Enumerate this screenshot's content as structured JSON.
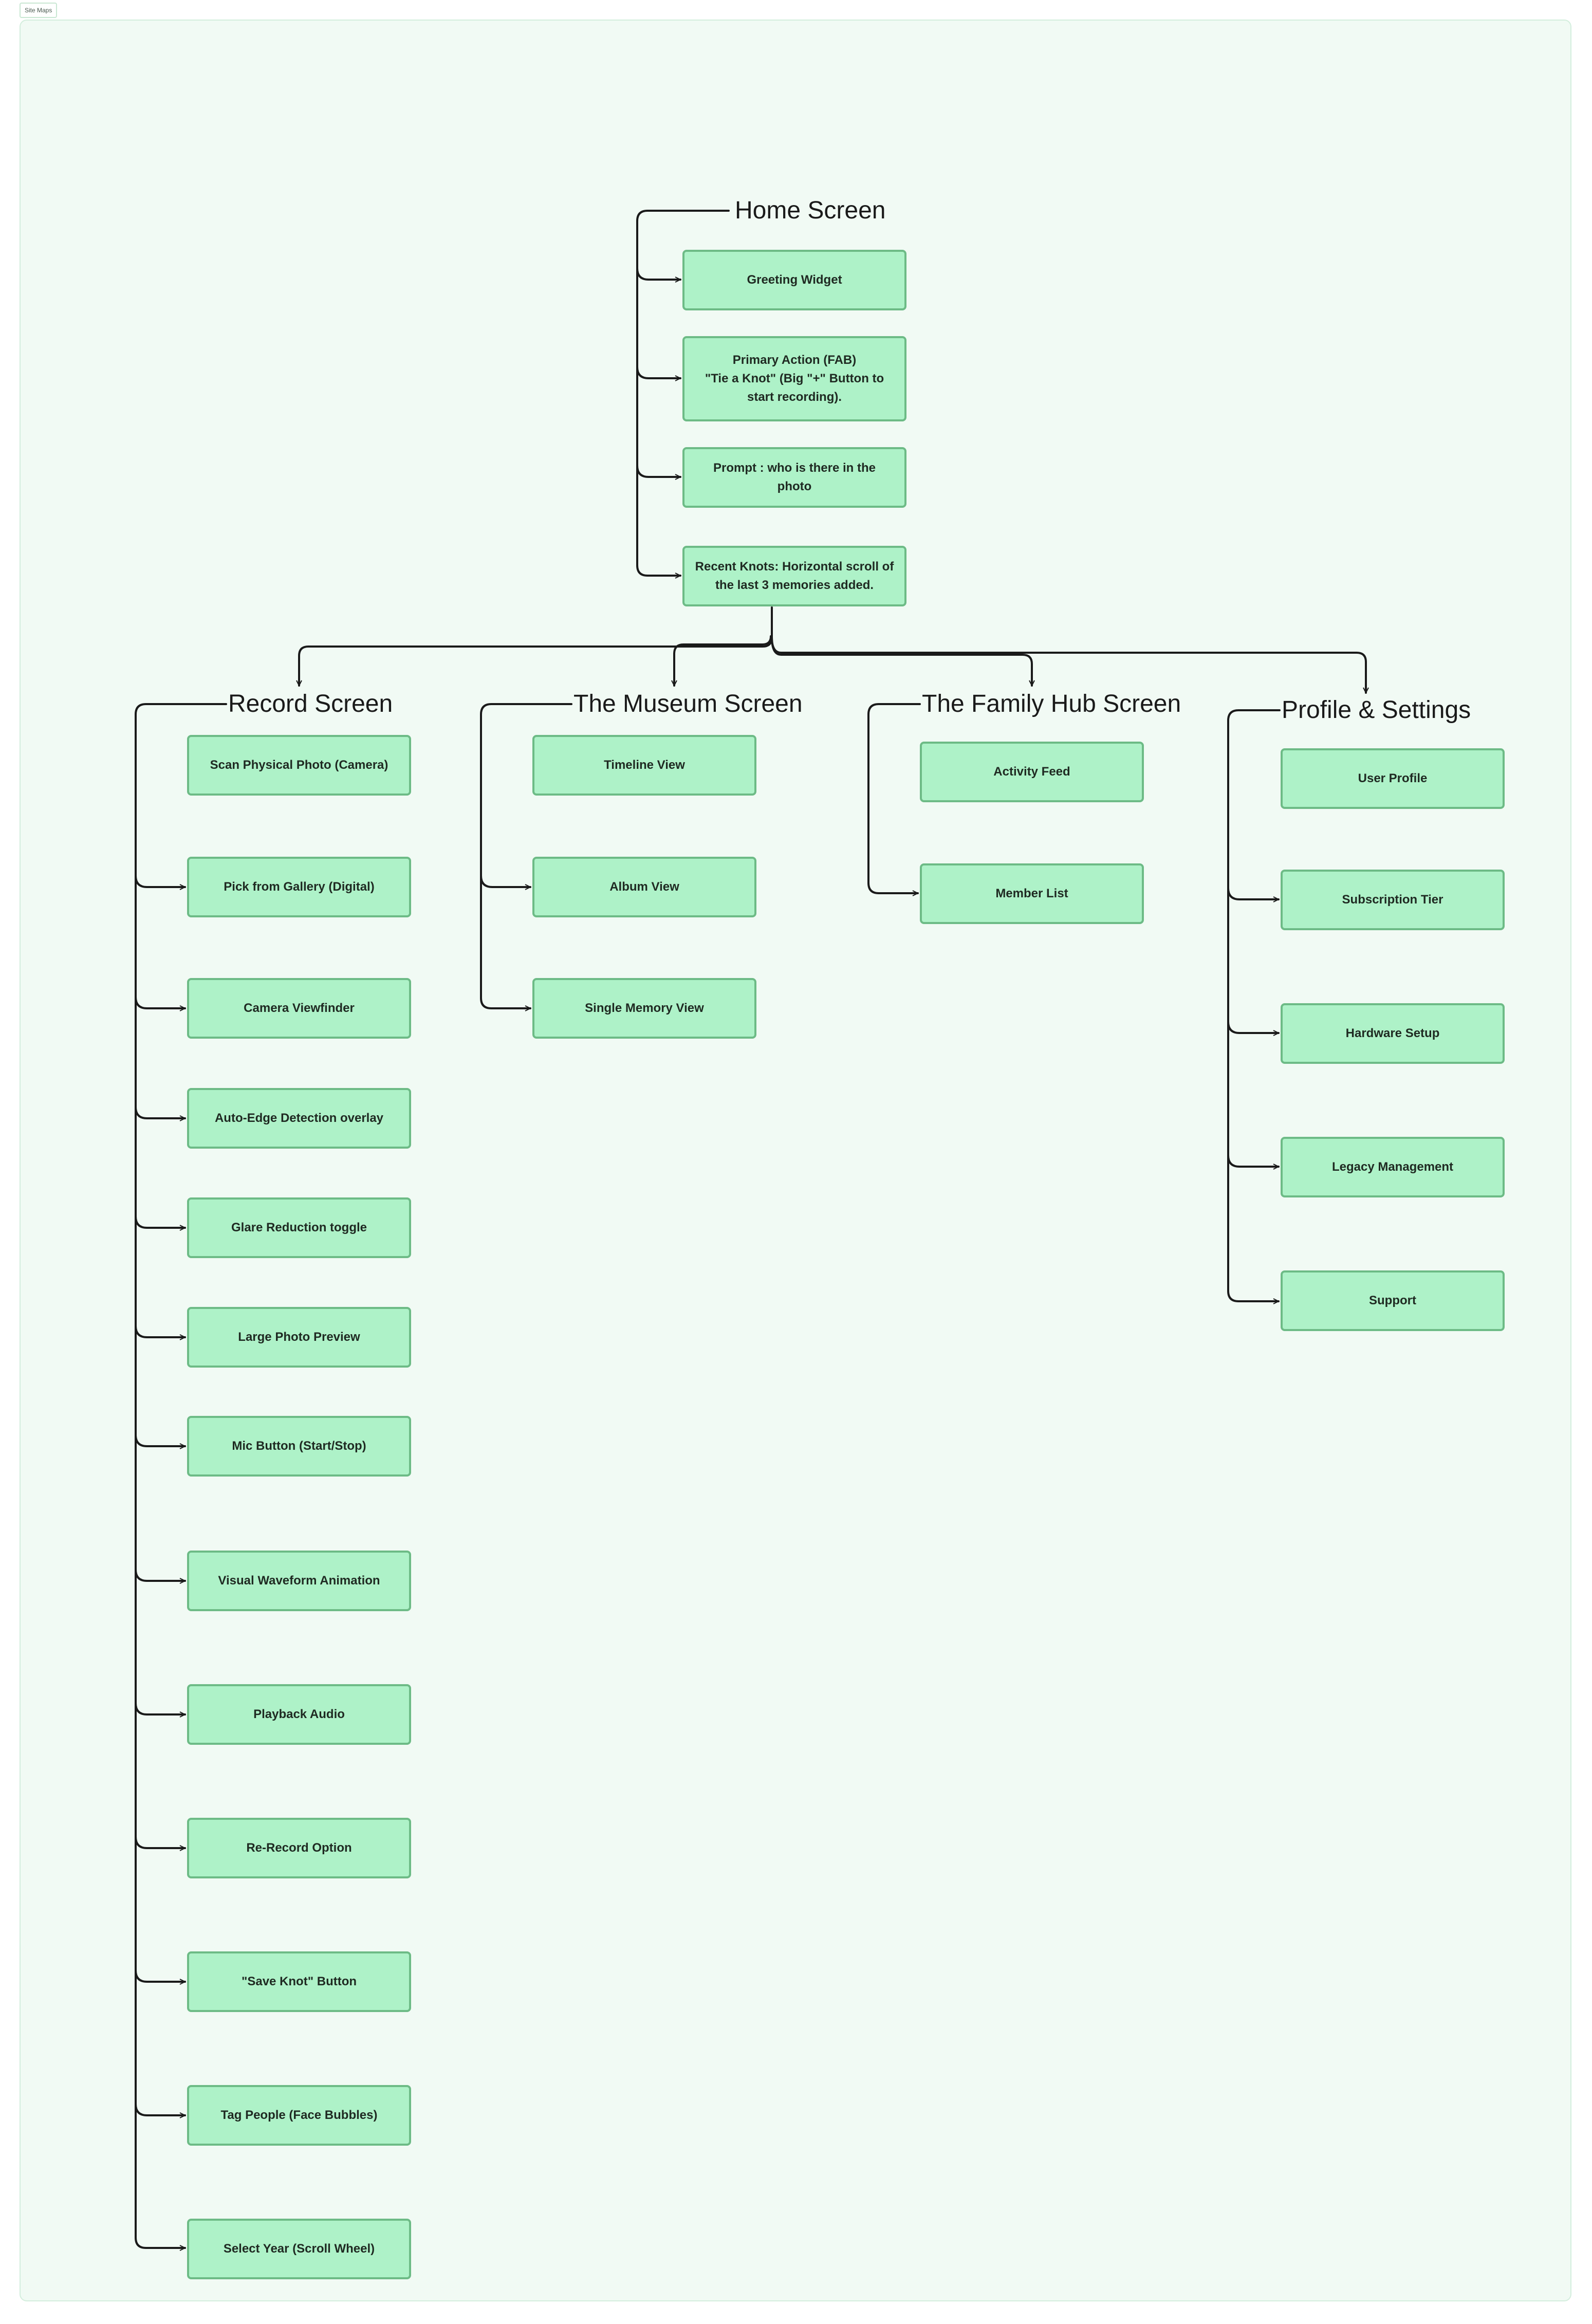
{
  "frame": {
    "label": "Site Maps"
  },
  "colors": {
    "frame_bg": "#f1faf4",
    "node_fill": "#aef2c8",
    "node_border": "#6dbb86",
    "connector": "#1a1a1a"
  },
  "home": {
    "title": "Home Screen",
    "items": [
      "Greeting Widget",
      "Primary Action (FAB)\n\"Tie a Knot\" (Big \"+\" Button to start recording).",
      "Prompt : who is there in the photo",
      "Recent Knots: Horizontal scroll of the last 3 memories added."
    ]
  },
  "record": {
    "title": "Record Screen",
    "items": [
      "Scan Physical Photo (Camera)",
      "Pick from Gallery (Digital)",
      "Camera Viewfinder",
      "Auto-Edge Detection overlay",
      "Glare Reduction toggle",
      "Large Photo Preview",
      "Mic Button (Start/Stop)",
      "Visual Waveform Animation",
      "Playback Audio",
      "Re-Record Option",
      "\"Save Knot\" Button",
      "Tag People (Face Bubbles)",
      "Select Year (Scroll Wheel)"
    ]
  },
  "museum": {
    "title": "The Museum Screen",
    "items": [
      "Timeline View",
      "Album View",
      "Single Memory View"
    ]
  },
  "family": {
    "title": "The Family Hub Screen",
    "items": [
      "Activity Feed",
      "Member List"
    ]
  },
  "profile": {
    "title": "Profile & Settings",
    "items": [
      "User Profile",
      "Subscription Tier",
      "Hardware Setup",
      "Legacy Management",
      "Support"
    ]
  }
}
